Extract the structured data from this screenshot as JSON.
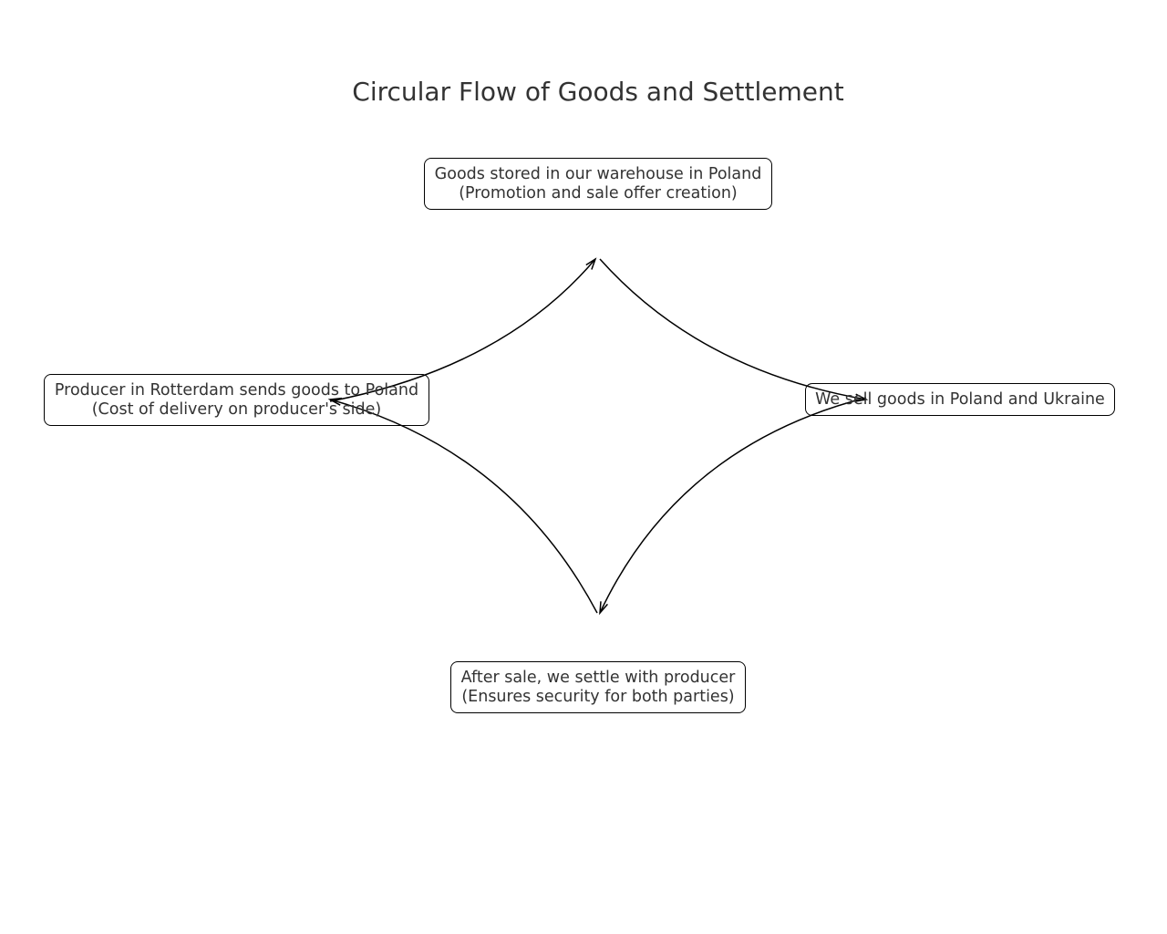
{
  "title": "Circular Flow of Goods and Settlement",
  "nodes": {
    "warehouse": {
      "line1": "Goods stored in our warehouse in Poland",
      "line2": "(Promotion and sale offer creation)"
    },
    "sell": {
      "line1": "We sell goods in Poland and Ukraine"
    },
    "producer": {
      "line1": "Producer in Rotterdam sends goods to Poland",
      "line2": "(Cost of delivery on producer's side)"
    },
    "settle": {
      "line1": "After sale, we settle with producer",
      "line2": "(Ensures security for both parties)"
    }
  },
  "edges": [
    {
      "from": "producer",
      "to": "warehouse"
    },
    {
      "from": "warehouse",
      "to": "sell"
    },
    {
      "from": "sell",
      "to": "settle"
    },
    {
      "from": "settle",
      "to": "producer"
    }
  ],
  "colors": {
    "text": "#333333",
    "border": "#000000",
    "arrow": "#000000",
    "background": "#ffffff"
  }
}
